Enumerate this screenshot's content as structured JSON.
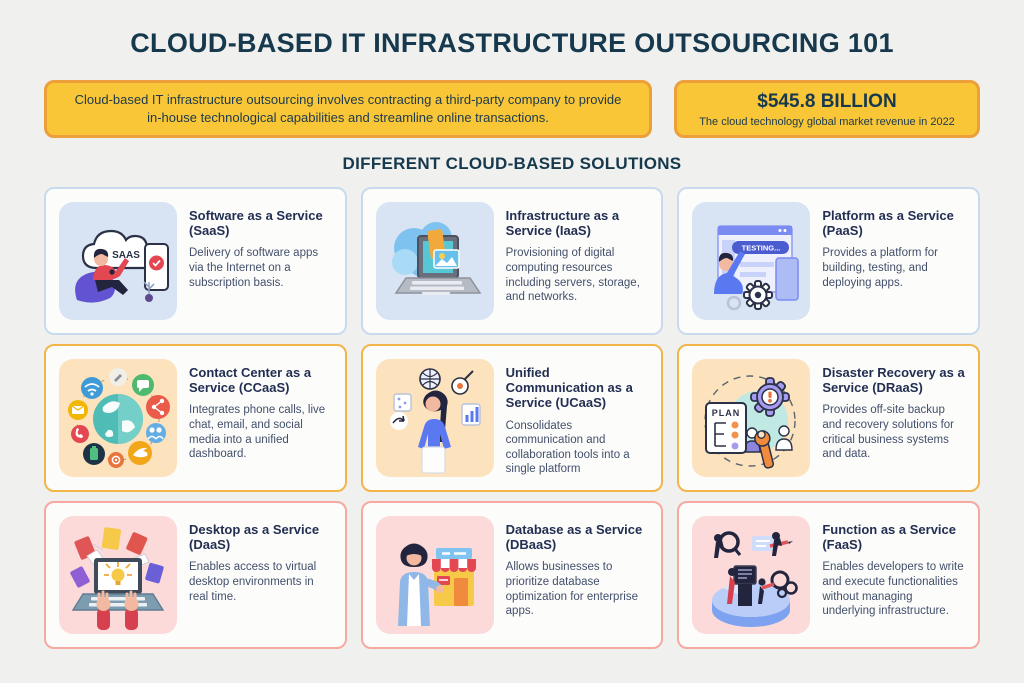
{
  "header": {
    "title": "CLOUD-BASED IT INFRASTRUCTURE OUTSOURCING 101",
    "intro": "Cloud-based IT infrastructure outsourcing involves contracting a third-party company to provide in-house technological capabilities and streamline online transactions.",
    "stat": {
      "value": "$545.8 BILLION",
      "caption": "The cloud technology global market revenue in 2022"
    }
  },
  "section": {
    "title": "DIFFERENT CLOUD-BASED SOLUTIONS"
  },
  "colors": {
    "background": "#f0f0ee",
    "heading_navy": "#16394d",
    "highlight_fill": "#f8c636",
    "highlight_border": "#ec9f3a",
    "blue_border": "#c8daee",
    "blue_illustration_bg": "#d8e4f3",
    "orange_border": "#f3b54a",
    "orange_illustration_bg": "#fce3bd",
    "pink_border": "#f7a9a1",
    "pink_illustration_bg": "#fcdada"
  },
  "cards": [
    {
      "id": "saas",
      "theme": "blue",
      "illustration": "saas-illustration",
      "art_label": "SAAS",
      "title": "Software as a Service (SaaS)",
      "description": "Delivery of software apps via the Internet on a subscription basis."
    },
    {
      "id": "iaas",
      "theme": "blue",
      "illustration": "iaas-illustration",
      "title": "Infrastructure as a Service (IaaS)",
      "description": "Provisioning of digital computing resources including servers, storage, and networks."
    },
    {
      "id": "paas",
      "theme": "blue",
      "illustration": "paas-illustration",
      "art_label": "TESTING...",
      "title": "Platform as a Service (PaaS)",
      "description": "Provides a platform for building, testing, and deploying apps."
    },
    {
      "id": "ccaas",
      "theme": "orange",
      "illustration": "ccaas-illustration",
      "title": "Contact Center as a Service (CCaaS)",
      "description": "Integrates phone calls, live chat, email, and social media into a unified dashboard."
    },
    {
      "id": "ucaas",
      "theme": "orange",
      "illustration": "ucaas-illustration",
      "title": "Unified Communication as a Service (UCaaS)",
      "description": "Consolidates communication and collaboration tools into a single platform"
    },
    {
      "id": "draas",
      "theme": "orange",
      "illustration": "draas-illustration",
      "art_label": "PLAN",
      "title": "Disaster Recovery as a Service (DRaaS)",
      "description": "Provides off-site backup and recovery solutions for critical business systems and data."
    },
    {
      "id": "daas",
      "theme": "pink",
      "illustration": "daas-illustration",
      "title": "Desktop as a Service (DaaS)",
      "description": "Enables access to virtual desktop environments in real time."
    },
    {
      "id": "dbaas",
      "theme": "pink",
      "illustration": "dbaas-illustration",
      "title": "Database as a Service (DBaaS)",
      "description": "Allows businesses to prioritize database optimization for enterprise apps."
    },
    {
      "id": "faas",
      "theme": "pink",
      "illustration": "faas-illustration",
      "title": "Function as a Service (FaaS)",
      "description": "Enables developers to write and execute functionalities without managing underlying infrastructure."
    }
  ]
}
